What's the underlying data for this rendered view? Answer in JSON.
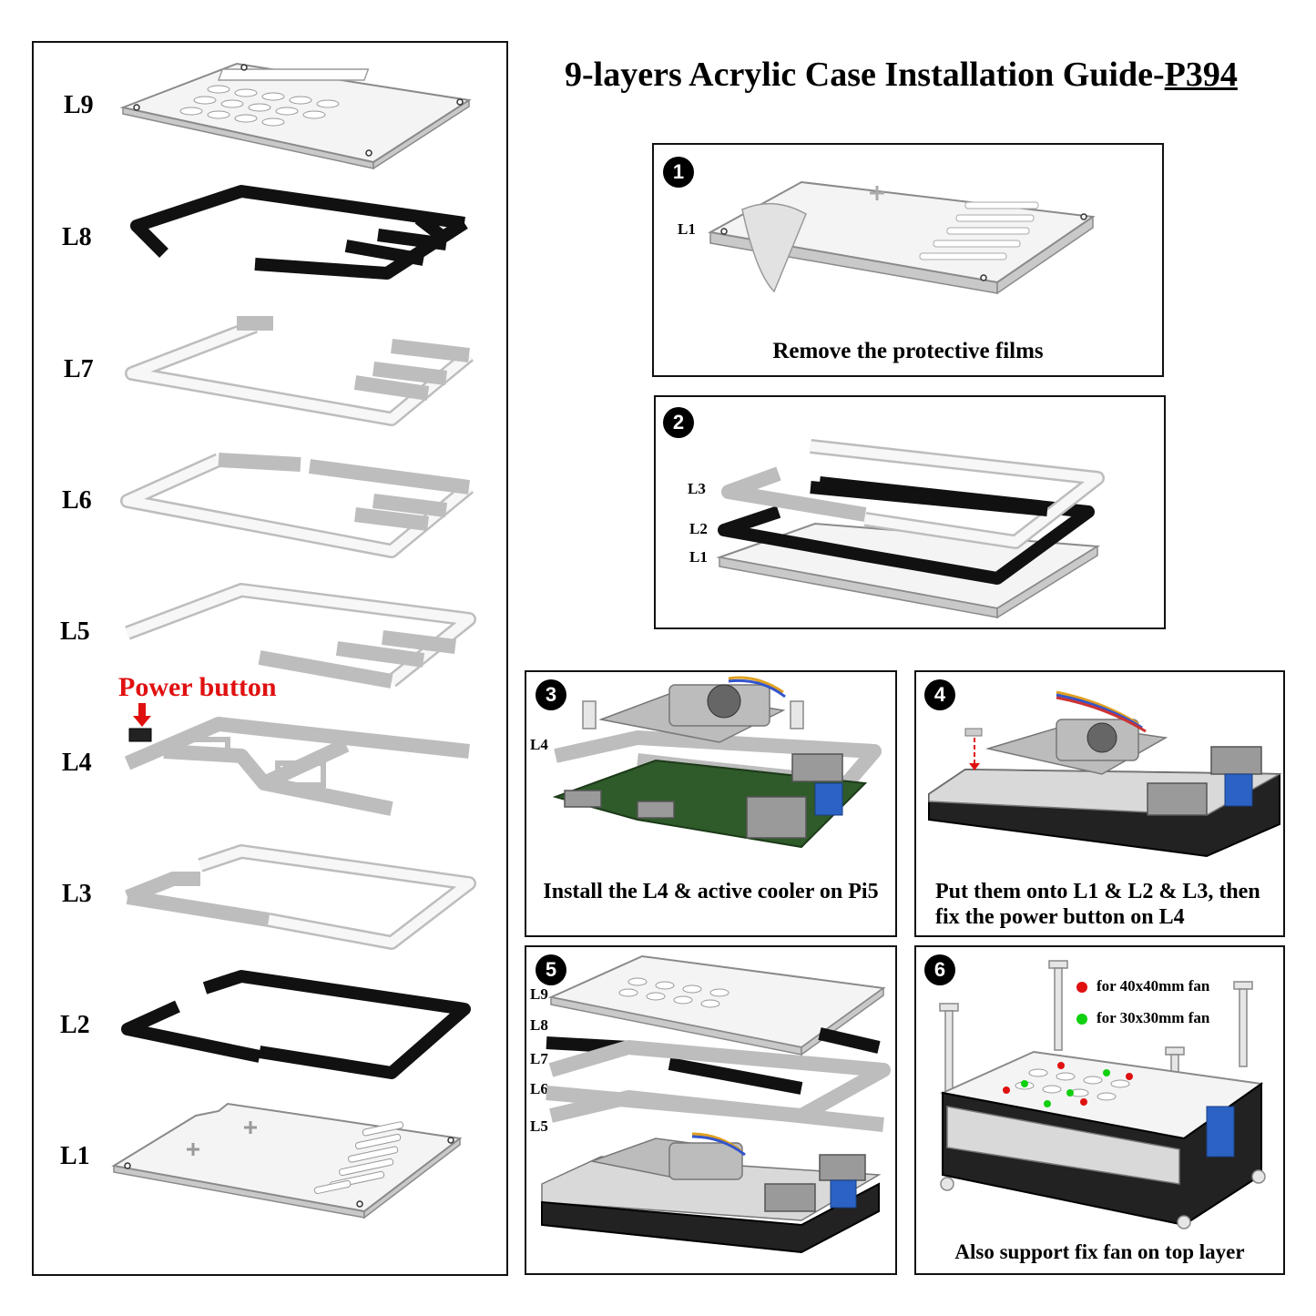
{
  "title": {
    "main": "9-layers Acrylic Case Installation Guide-",
    "code": "P394"
  },
  "left_panel": {
    "layers": [
      "L9",
      "L8",
      "L7",
      "L6",
      "L5",
      "L4",
      "L3",
      "L2",
      "L1"
    ],
    "power_button_label": "Power button"
  },
  "steps": [
    {
      "number": "1",
      "caption": "Remove the protective films",
      "labels": [
        "L1"
      ]
    },
    {
      "number": "2",
      "caption": "",
      "labels": [
        "L3",
        "L2",
        "L1"
      ]
    },
    {
      "number": "3",
      "caption": "Install the L4 & active cooler on Pi5",
      "labels": [
        "L4"
      ]
    },
    {
      "number": "4",
      "caption_line1": "Put them onto L1 & L2 & L3, then",
      "caption_line2": "fix the power button on L4"
    },
    {
      "number": "5",
      "caption": "",
      "labels": [
        "L9",
        "L8",
        "L7",
        "L6",
        "L5"
      ]
    },
    {
      "number": "6",
      "caption": "Also support fix fan on top layer",
      "legend": [
        {
          "text": "for 40x40mm fan",
          "color": "#e01010"
        },
        {
          "text": "for 30x30mm fan",
          "color": "#10d010"
        }
      ]
    }
  ],
  "colors": {
    "accent_red": "#e01010",
    "accent_green": "#10d010"
  }
}
